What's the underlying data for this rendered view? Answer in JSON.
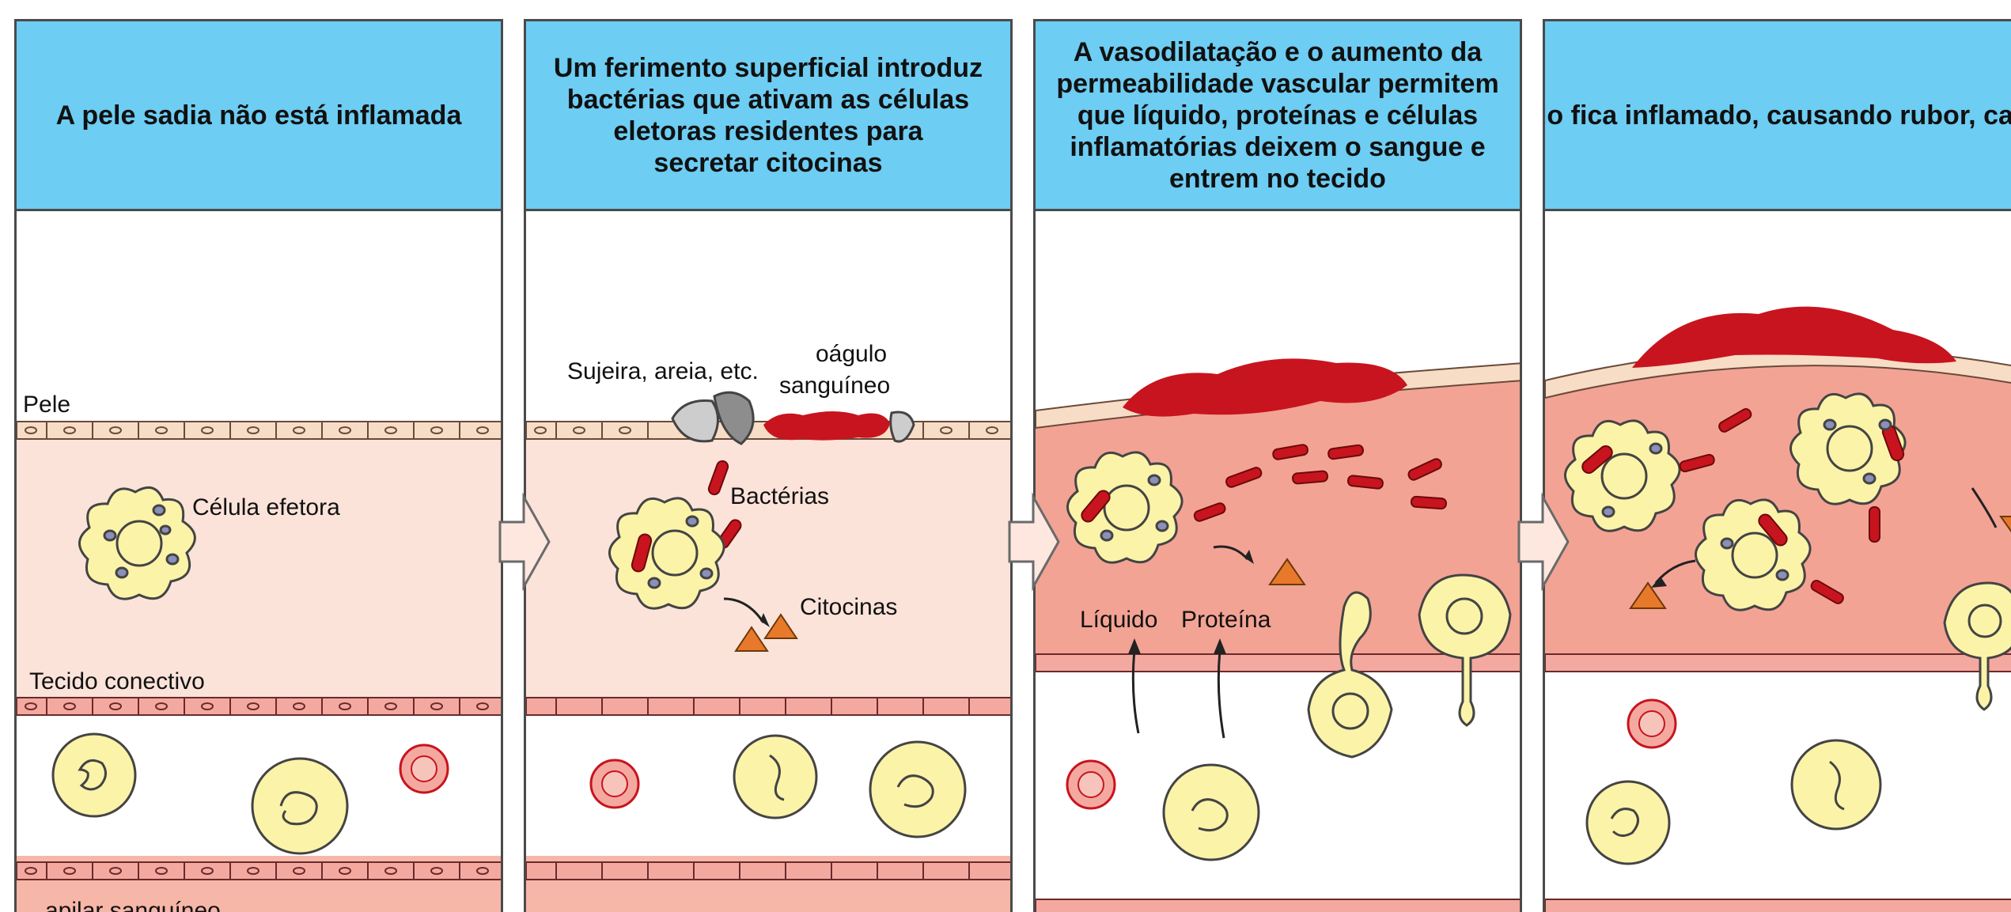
{
  "panels": [
    {
      "heading": "A pele sadia não está inflamada",
      "labels": {
        "skin": "Pele",
        "effector_cell": "Célula efetora",
        "connective_tissue": "Tecido conectivo",
        "blood_capillary": "apilar sanguíneo"
      }
    },
    {
      "heading": "Um ferimento superficial introduz\nbactérias que ativam as células\neletoras residentes para\nsecretar citocinas",
      "labels": {
        "dirt": "Sujeira, areia, etc.",
        "clot_line1": "oágulo",
        "clot_line2": "sanguíneo",
        "bacteria": "Bactérias",
        "cytokines": "Citocinas"
      }
    },
    {
      "heading": "A vasodilatação e o aumento da\npermeabilidade vascular permitem\nque líquido, proteínas e células\ninflamatórias deixem o sangue e\nentrem no tecido",
      "labels": {
        "fluid": "Líquido",
        "protein": "Proteína"
      }
    },
    {
      "heading": "O tecido infectado fica inflamado,\ncausando rubor, calor, inchaço e dor",
      "labels": {}
    }
  ],
  "colors": {
    "header": "#6dcdf3",
    "tissue_healthy": "#fbe3da",
    "tissue_inflamed": "#f3a394",
    "cell_fill": "#fbf3a8",
    "bacteria": "#c8141e",
    "cytokine": "#e8792a",
    "vessel_cell": "#f4a9a0"
  }
}
